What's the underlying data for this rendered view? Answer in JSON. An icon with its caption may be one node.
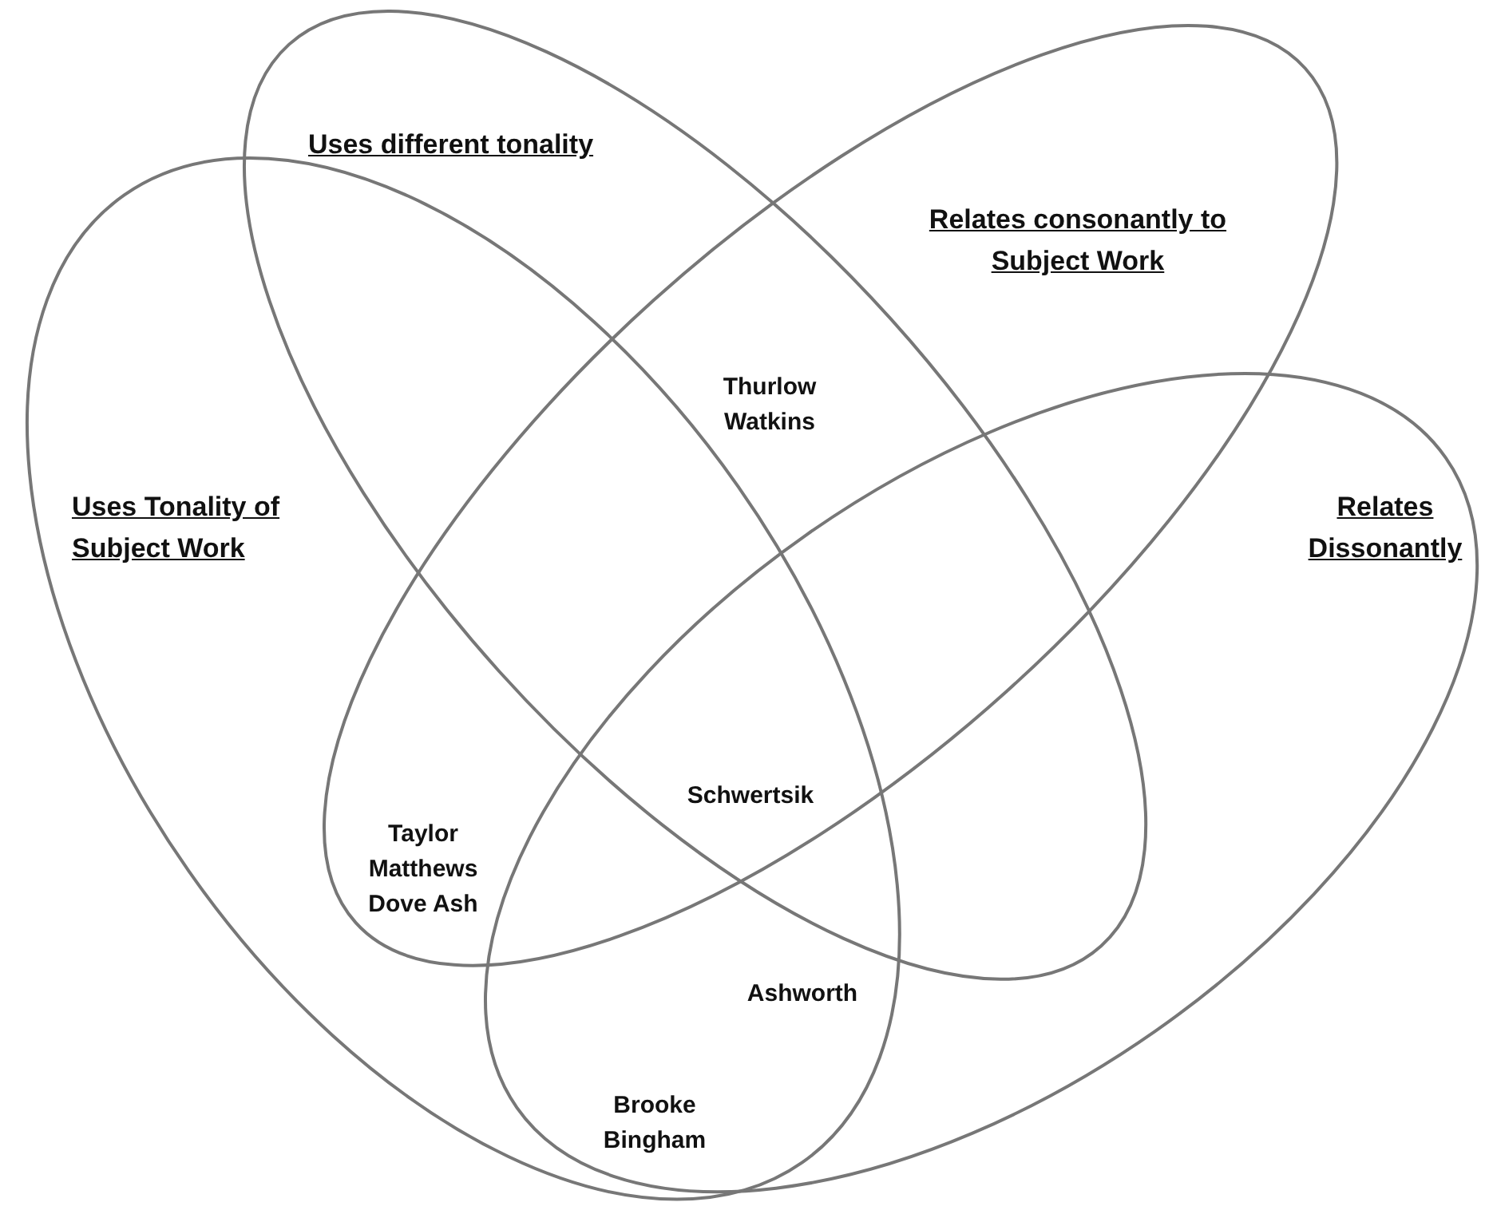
{
  "diagram": {
    "nodes": [
      {
        "text": [
          "Uses Tonality of Subject Work"
        ]
      },
      {
        "text": [
          "Uses different tonality"
        ]
      },
      {
        "text": [
          "Relates consonantly to Subject Work"
        ]
      },
      {
        "text": [
          "Relates Dissonantly"
        ]
      }
    ],
    "labels": [
      "Thurlow Watkins",
      "Taylor Matthews Dove Ash",
      "Schwertsik",
      "Ashworth",
      "Brooke Bingham"
    ]
  }
}
